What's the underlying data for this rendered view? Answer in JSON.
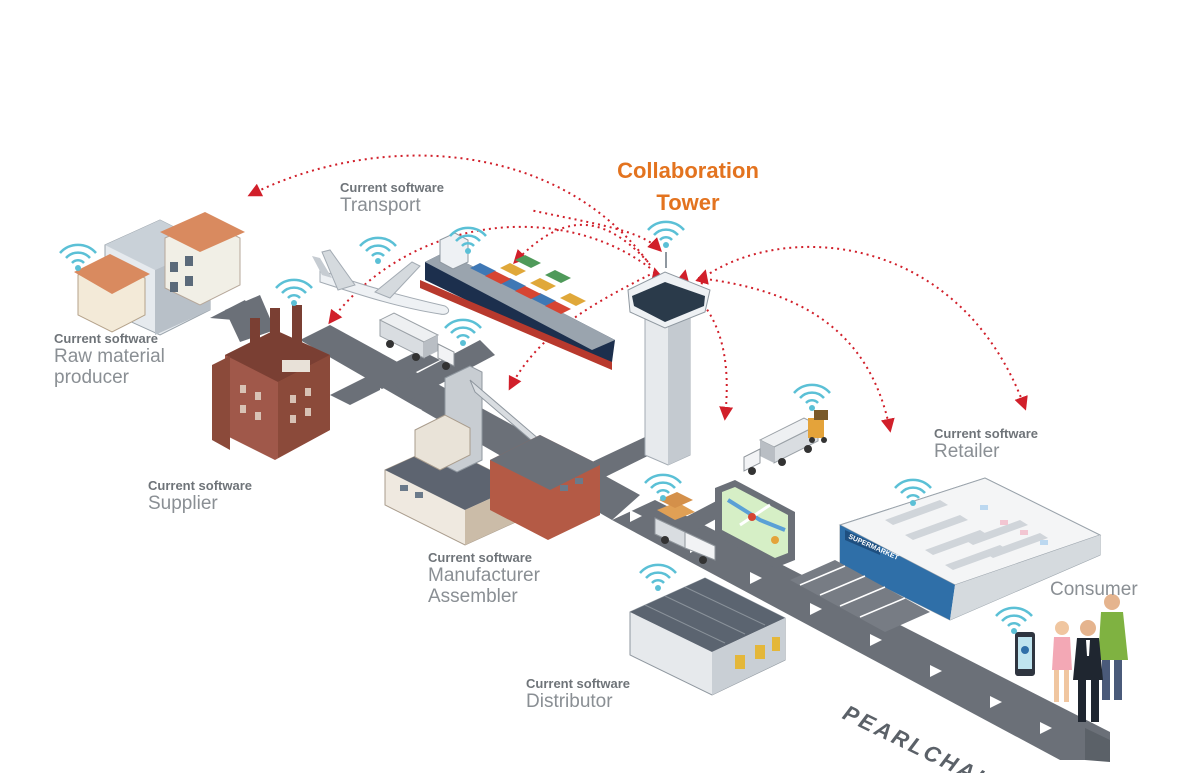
{
  "tower": {
    "line1": "Collaboration",
    "line2": "Tower"
  },
  "nodes": [
    {
      "id": "transport",
      "caption": "Current software",
      "name": "Transport",
      "name2": ""
    },
    {
      "id": "raw",
      "caption": "Current software",
      "name": "Raw material",
      "name2": "producer"
    },
    {
      "id": "supplier",
      "caption": "Current software",
      "name": "Supplier",
      "name2": ""
    },
    {
      "id": "manufacturer",
      "caption": "Current software",
      "name": "Manufacturer",
      "name2": "Assembler"
    },
    {
      "id": "distributor",
      "caption": "Current software",
      "name": "Distributor",
      "name2": ""
    },
    {
      "id": "retailer",
      "caption": "Current software",
      "name": "Retailer",
      "name2": ""
    }
  ],
  "consumer": "Consumer",
  "road_label": "PEARLCHAIN",
  "store_sign": "SUPERMARKET",
  "colors": {
    "accent": "#e3731f",
    "arrow": "#d11f2a",
    "road": "#6b7078",
    "brick": "#8b4a3a",
    "wifi": "#5bc0d6"
  }
}
